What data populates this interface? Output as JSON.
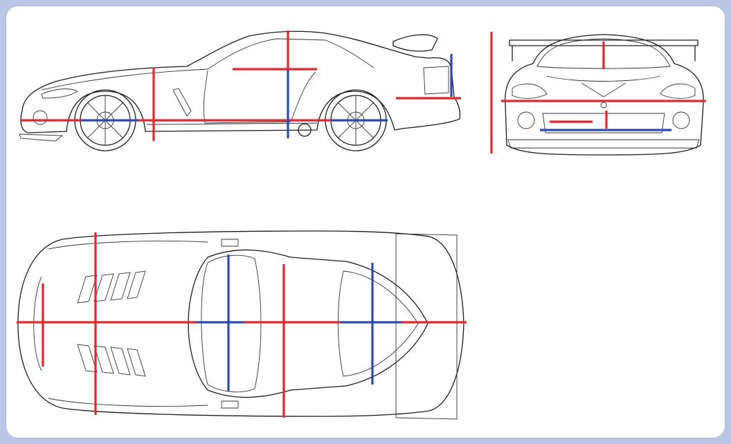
{
  "diagram": {
    "views": [
      {
        "id": "side",
        "name": "side-view"
      },
      {
        "id": "front",
        "name": "front-view"
      },
      {
        "id": "top",
        "name": "top-view"
      }
    ],
    "colors": {
      "background": "#b9c6e6",
      "panel": "#ffffff",
      "outline": "#1a1a1a",
      "red_guide": "#e8242b",
      "blue_guide": "#2c47b8"
    }
  }
}
